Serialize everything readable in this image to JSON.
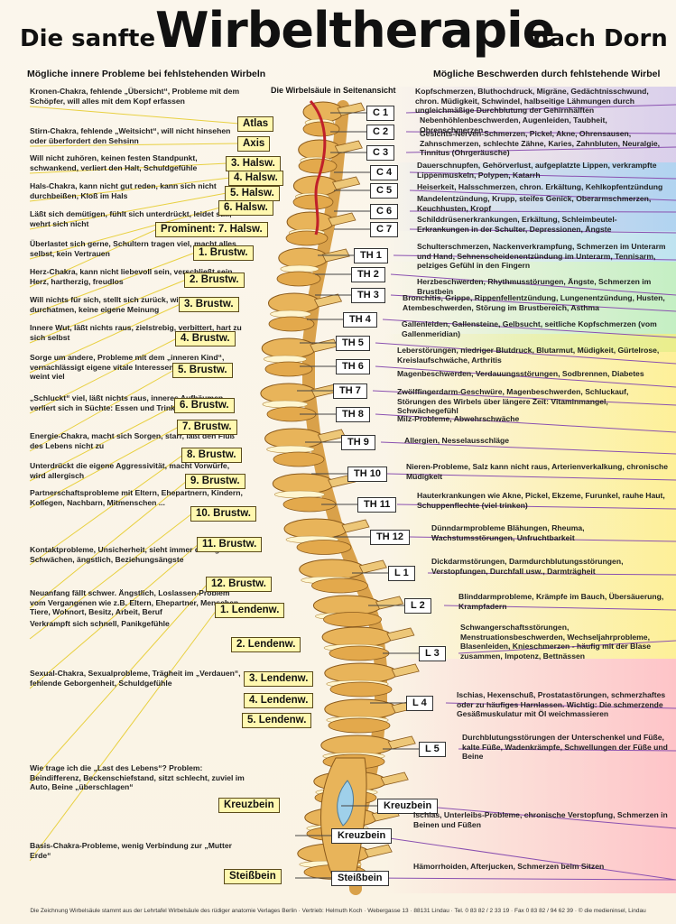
{
  "title": {
    "left": "Die sanfte",
    "main": "Wirbeltherapie",
    "right": "nach Dorn"
  },
  "left_heading": "Mögliche innere Probleme bei fehlstehenden Wirbeln",
  "right_heading": "Mögliche Beschwerden durch fehlstehende Wirbel",
  "spine_label": "Die Wirbelsäule in Seitenansicht",
  "left_items": [
    {
      "text": "Kronen-Chakra, fehlende „Übersicht“, Probleme mit dem Schöpfer, will alles mit dem Kopf erfassen"
    },
    {
      "text": "Stirn-Chakra, fehlende „Weitsicht“, will nicht hinsehen oder überfordert den Sehsinn"
    },
    {
      "text": "Will nicht zuhören, keinen festen Standpunkt, schwankend, verliert den Halt, Schuldgefühle"
    },
    {
      "text": "Hals-Chakra, kann nicht gut reden, kann sich nicht durchbeißen, Kloß im Hals"
    },
    {
      "text": "Läßt sich demütigen, fühlt sich unterdrückt, leidet still, wehrt sich nicht"
    },
    {
      "text": "Überlastet sich gerne, Schultern tragen viel, macht alles selbst, kein Vertrauen"
    },
    {
      "text": "Herz-Chakra, kann nicht liebevoll sein, verschließt sein Herz, hartherzig, freudlos"
    },
    {
      "text": "Will nichts für sich, stellt sich zurück, will nicht durchatmen, keine eigene Meinung"
    },
    {
      "text": "Innere Wut, läßt nichts raus, zielstrebig, verbittert, hart zu sich selbst"
    },
    {
      "text": "Sorge um andere, Probleme mit dem „inneren Kind“, vernachlässigt eigene vitale Interessen, immer traurig, weint viel"
    },
    {
      "text": "„Schluckt“ viel, läßt nichts raus, inneres Aufbäumen, verliert sich in Süchte: Essen und Trinken"
    },
    {
      "text": "Energie-Chakra, macht sich Sorgen, starr, läßt den Fluß des Lebens nicht zu"
    },
    {
      "text": "Unterdrückt die eigene Aggressivität, macht Vorwürfe, wird allergisch"
    },
    {
      "text": "Partnerschaftsprobleme mit Eltern, Ehepartnern, Kindern, Kollegen, Nachbarn, Mitmenschen ..."
    },
    {
      "text": "Kontaktprobleme, Unsicherheit, sieht immer die eigenen Schwächen, ängstlich, Beziehungsängste"
    },
    {
      "text": "Neuanfang fällt schwer. Ängstlich, Loslassen-Problem vom Vergangenen wie z.B. Eltern, Ehepartner, Menschen, Tiere, Wohnort, Besitz, Arbeit, Beruf"
    },
    {
      "text": "Verkrampft sich schnell, Panikgefühle"
    },
    {
      "text": "Sexual-Chakra, Sexualprobleme, Trägheit im „Verdauen“, fehlende Geborgenheit, Schuldgefühle"
    },
    {
      "text": "Wie trage ich die „Last des Lebens“? Problem: Beindifferenz, Beckenschiefstand, sitzt schlecht, zuviel im Auto, Beine „überschlagen“"
    },
    {
      "text": "Basis-Chakra-Probleme, wenig Verbindung zur „Mutter Erde“"
    }
  ],
  "vertebra_labels": [
    "Atlas",
    "Axis",
    "3. Halsw.",
    "4. Halsw.",
    "5. Halsw.",
    "6. Halsw.",
    "Prominent: 7. Halsw.",
    "1. Brustw.",
    "2. Brustw.",
    "3. Brustw.",
    "4. Brustw.",
    "5. Brustw.",
    "6. Brustw.",
    "7. Brustw.",
    "8. Brustw.",
    "9. Brustw.",
    "10. Brustw.",
    "11. Brustw.",
    "12. Brustw.",
    "1. Lendenw.",
    "2. Lendenw.",
    "3. Lendenw.",
    "4. Lendenw.",
    "5. Lendenw.",
    "Kreuzbein",
    "Steißbein"
  ],
  "codes": [
    "C 1",
    "C 2",
    "C 3",
    "C 4",
    "C 5",
    "C 6",
    "C 7",
    "TH 1",
    "TH 2",
    "TH 3",
    "TH 4",
    "TH 5",
    "TH 6",
    "TH 7",
    "TH 8",
    "TH 9",
    "TH 10",
    "TH 11",
    "TH 12",
    "L 1",
    "L 2",
    "L 3",
    "L 4",
    "L 5",
    "Kreuzbein",
    "Kreuzbein",
    "Steißbein"
  ],
  "right_items": [
    {
      "text": "Kopfschmerzen, Bluthochdruck, Migräne, Gedächtnisschwund, chron. Müdigkeit, Schwindel, halbseitige Lähmungen durch ungleichmäßige Durchblutung der Gehirnhälften"
    },
    {
      "text": "Nebenhöhlenbeschwerden, Augenleiden, Taubheit, Ohrenschmerzen"
    },
    {
      "text": "Gesichts-Nerven-Schmerzen, Pickel, Akne, Ohrensausen, Zahnschmerzen, schlechte Zähne, Karies, Zahnbluten, Neuralgie, Tinnitus (Ohrgeräusche)"
    },
    {
      "text": "Dauerschnupfen, Gehörverlust, aufgeplatzte Lippen, verkrampfte Lippenmuskeln, Polypen, Katarrh"
    },
    {
      "text": "Heiserkeit, Halsschmerzen, chron. Erkältung, Kehlkopfentzündung"
    },
    {
      "text": "Mandelentzündung, Krupp, steifes Genick, Oberarmschmerzen, Keuchhusten, Kropf"
    },
    {
      "text": "Schilddrüsenerkrankungen, Erkältung, Schleimbeutel-Erkrankungen in der Schulter, Depressionen, Ängste"
    },
    {
      "text": "Schulterschmerzen, Nackenverkrampfung, Schmerzen im Unterarm und Hand, Sehnenscheidenentzündung im Unterarm, Tennisarm, pelziges Gefühl in den Fingern"
    },
    {
      "text": "Herzbeschwerden, Rhythmusstörungen, Ängste, Schmerzen im Brustbein"
    },
    {
      "text": "Bronchitis, Grippe, Rippenfellentzündung, Lungenentzündung, Husten, Atembeschwerden, Störung im Brustbereich, Asthma"
    },
    {
      "text": "Gallenleiden, Gallensteine, Gelbsucht, seitliche Kopfschmerzen (vom Gallenmeridian)"
    },
    {
      "text": "Leberstörungen, niedriger Blutdruck, Blutarmut, Müdigkeit, Gürtelrose, Kreislaufschwäche, Arthritis"
    },
    {
      "text": "Magenbeschwerden, Verdauungsstörungen, Sodbrennen, Diabetes"
    },
    {
      "text": "Zwölffingerdarm-Geschwüre, Magenbeschwerden, Schluckauf, Störungen des Wirbels über längere Zeit: Vitaminmangel, Schwächegefühl"
    },
    {
      "text": "Milz-Probleme, Abwehrschwäche"
    },
    {
      "text": "Allergien, Nesselausschläge"
    },
    {
      "text": "Nieren-Probleme, Salz kann nicht raus, Arterienverkalkung, chronische Müdigkeit"
    },
    {
      "text": "Hauterkrankungen wie Akne, Pickel, Ekzeme, Furunkel, rauhe Haut, Schuppenflechte (viel trinken)"
    },
    {
      "text": "Dünndarmprobleme Blähungen, Rheuma, Wachstumsstörungen, Unfruchtbarkeit"
    },
    {
      "text": "Dickdarmstörungen, Darmdurchblutungsstörungen, Verstopfungen, Durchfall usw., Darmträgheit"
    },
    {
      "text": "Blinddarmprobleme, Krämpfe im Bauch, Übersäuerung, Krampfadern"
    },
    {
      "text": "Schwangerschaftsstörungen, Menstruationsbeschwerden, Wechseljahrprobleme, Blasenleiden, Knieschmerzen - häufig mit der Blase zusammen, Impotenz, Bettnässen"
    },
    {
      "text": "Ischias, Hexenschuß, Prostatastörungen, schmerzhaftes oder zu häufiges Harnlassen. Wichtig: Die schmerzende Gesäßmuskulatur mit Öl weichmassieren"
    },
    {
      "text": "Durchblutungsstörungen der Unterschenkel und Füße, kalte Füße, Wadenkrämpfe, Schwellungen der Füße und Beine"
    },
    {
      "text": "Ischias, Unterleibs-Probleme, chronische Verstopfung, Schmerzen in Beinen und Füßen"
    },
    {
      "text": "Hämorrhoiden, Afterjucken, Schmerzen beim Sitzen"
    }
  ],
  "footer": "Die Zeichnung Wirbelsäule stammt aus der Lehrtafel Wirbelsäule des rüdiger anatomie Verlages Berlin  ·  Vertrieb: Helmuth Koch · Webergasse 13 · 88131 Lindau · Tel. 0 83 82 / 2 33 19 · Fax 0 83 82 / 94 62 39  ·  © die medieninsel, Lindau",
  "colors": {
    "label_fill": "#fff8b0",
    "bone": "#e8b45a",
    "line_left": "#e8d040",
    "line_right": "#8a50b0"
  }
}
